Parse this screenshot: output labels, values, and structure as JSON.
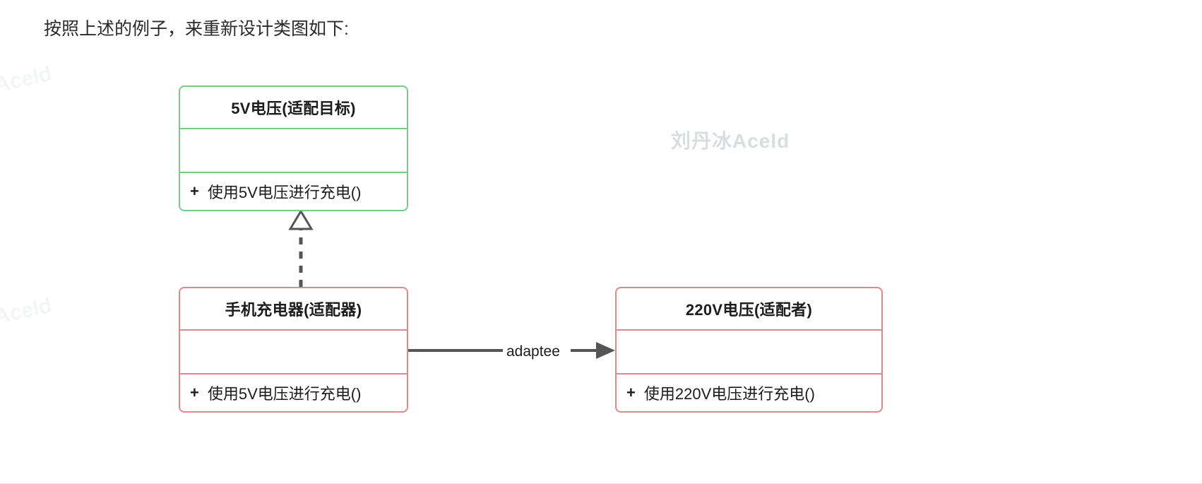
{
  "heading": "按照上述的例子，来重新设计类图如下:",
  "watermarks": {
    "center": "刘丹冰Aceld",
    "corner_top": "Aceld",
    "corner_bottom": "Aceld"
  },
  "colors": {
    "target_border": "#7fc68b",
    "adapter_border": "#e2878a",
    "adaptee_border": "#e2878a",
    "connector": "#555555",
    "text": "#1c1c1c",
    "background": "#ffffff"
  },
  "diagram": {
    "type": "uml-class-diagram",
    "classes": [
      {
        "id": "target",
        "name": "5V电压(适配目标)",
        "attributes": [],
        "methods": [
          {
            "visibility": "+",
            "signature": "使用5V电压进行充电()"
          }
        ],
        "border_color": "#7fc68b",
        "role": "适配目标"
      },
      {
        "id": "adapter",
        "name": "手机充电器(适配器)",
        "attributes": [],
        "methods": [
          {
            "visibility": "+",
            "signature": "使用5V电压进行充电()"
          }
        ],
        "border_color": "#e2878a",
        "role": "适配器"
      },
      {
        "id": "adaptee",
        "name": "220V电压(适配者)",
        "attributes": [],
        "methods": [
          {
            "visibility": "+",
            "signature": "使用220V电压进行充电()"
          }
        ],
        "border_color": "#e2878a",
        "role": "适配者"
      }
    ],
    "relations": [
      {
        "id": "realization",
        "from": "adapter",
        "to": "target",
        "kind": "realization",
        "line": "dashed",
        "arrowhead": "hollow-triangle",
        "label": ""
      },
      {
        "id": "association",
        "from": "adapter",
        "to": "adaptee",
        "kind": "association",
        "line": "solid",
        "arrowhead": "open-arrow",
        "label": "adaptee"
      }
    ]
  }
}
